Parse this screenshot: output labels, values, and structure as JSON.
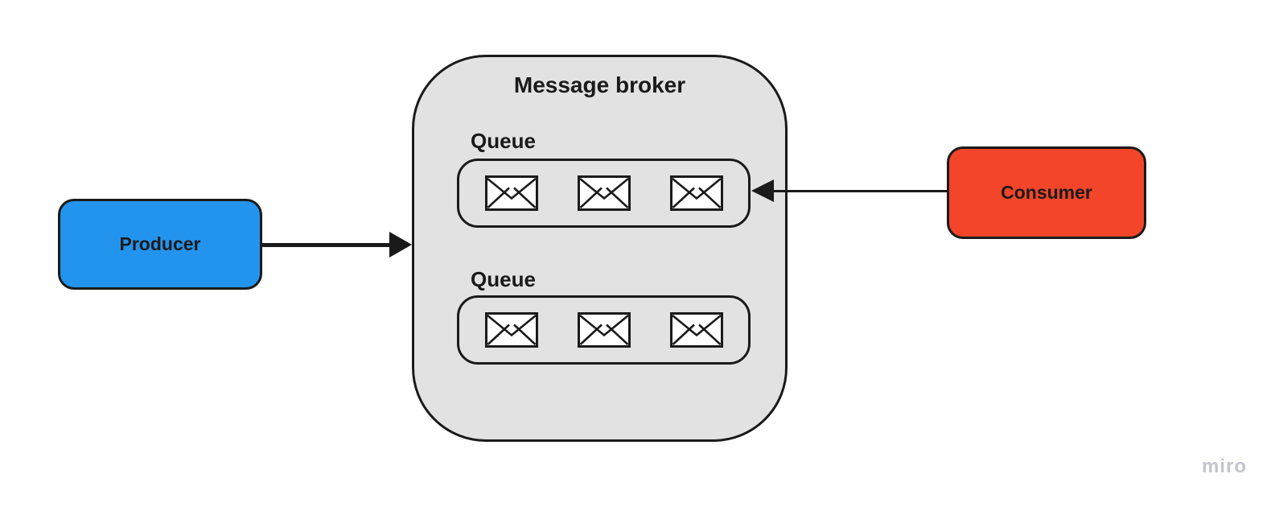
{
  "diagram": {
    "background_color": "#ffffff",
    "nodes": {
      "producer": {
        "label": "Producer",
        "fill": "#2394ee",
        "border_color": "#1a1a1a",
        "text_color": "#1a1a1a"
      },
      "consumer": {
        "label": "Consumer",
        "fill": "#f2452a",
        "border_color": "#1a1a1a",
        "text_color": "#1a1a1a"
      },
      "broker": {
        "title": "Message broker",
        "fill": "#e2e2e2",
        "border_color": "#1a1a1a"
      }
    },
    "queues": [
      {
        "label": "Queue",
        "message_count": 3,
        "message_icon": "envelope-icon"
      },
      {
        "label": "Queue",
        "message_count": 3,
        "message_icon": "envelope-icon"
      }
    ],
    "edges": [
      {
        "from": "producer",
        "to": "message-broker",
        "arrow_direction": "right",
        "color": "#1a1a1a"
      },
      {
        "from": "consumer",
        "to": "queue-1",
        "arrow_direction": "left",
        "color": "#1a1a1a"
      }
    ]
  },
  "watermark": {
    "label": "miro",
    "color": "#c3c5ce"
  }
}
